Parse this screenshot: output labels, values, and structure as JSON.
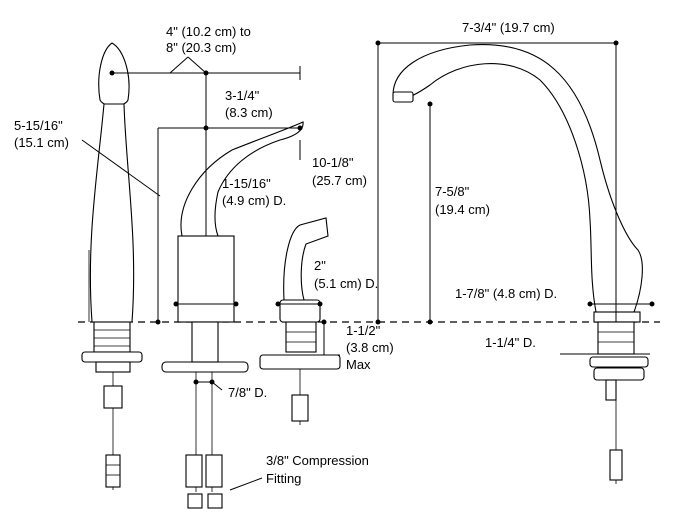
{
  "labels": {
    "spread_line1": "4\" (10.2 cm) to",
    "spread_line2": "8\" (20.3 cm)",
    "handle_reach_line1": "3-1/4\"",
    "handle_reach_line2": "(8.3 cm)",
    "left_height_line1": "5-15/16\"",
    "left_height_line2": "(15.1 cm)",
    "handle_height_line1": "10-1/8\"",
    "handle_height_line2": "(25.7 cm)",
    "handle_base_line1": "1-15/16\"",
    "handle_base_line2": "(4.9 cm) D.",
    "spray_dia_line1": "2\"",
    "spray_dia_line2": "(5.1 cm) D.",
    "deck_line1": "1-1/2\"",
    "deck_line2": "(3.8 cm)",
    "deck_line3": "Max",
    "shank_dia": "7/8\" D.",
    "compression_line1": "3/8\" Compression",
    "compression_line2": "Fitting",
    "spout_reach": "7-3/4\" (19.7 cm)",
    "spout_height_line1": "7-5/8\"",
    "spout_height_line2": "(19.4 cm)",
    "spout_base_dia": "1-7/8\" (4.8 cm) D.",
    "hole_dia": "1-1/4\" D."
  }
}
